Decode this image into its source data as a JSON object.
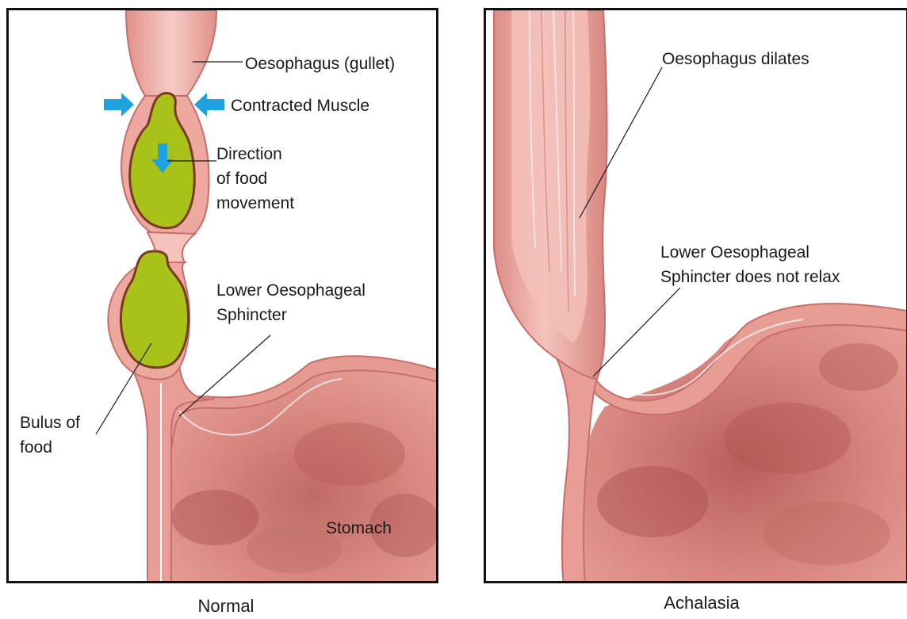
{
  "normal": {
    "caption": "Normal",
    "labels": {
      "oesophagus": "Oesophagus (gullet)",
      "contracted_muscle": "Contracted Muscle",
      "direction": "Direction\nof food\nmovement",
      "les": "Lower Oesophageal\nSphincter",
      "bolus": "Bulus of\nfood",
      "stomach": "Stomach"
    }
  },
  "achalasia": {
    "caption": "Achalasia",
    "labels": {
      "dilates": "Oesophagus dilates",
      "les": "Lower Oesophageal\nSphincter does not relax"
    }
  },
  "colors": {
    "tissue": "#e8a39b",
    "tissue_light": "#f4c4bd",
    "tissue_wall": "#d9787a",
    "stomach_dark": "#b85b57",
    "bolus": "#a8c21a",
    "bolus_outline": "#7a3a1c",
    "arrow": "#1fa3e0"
  }
}
